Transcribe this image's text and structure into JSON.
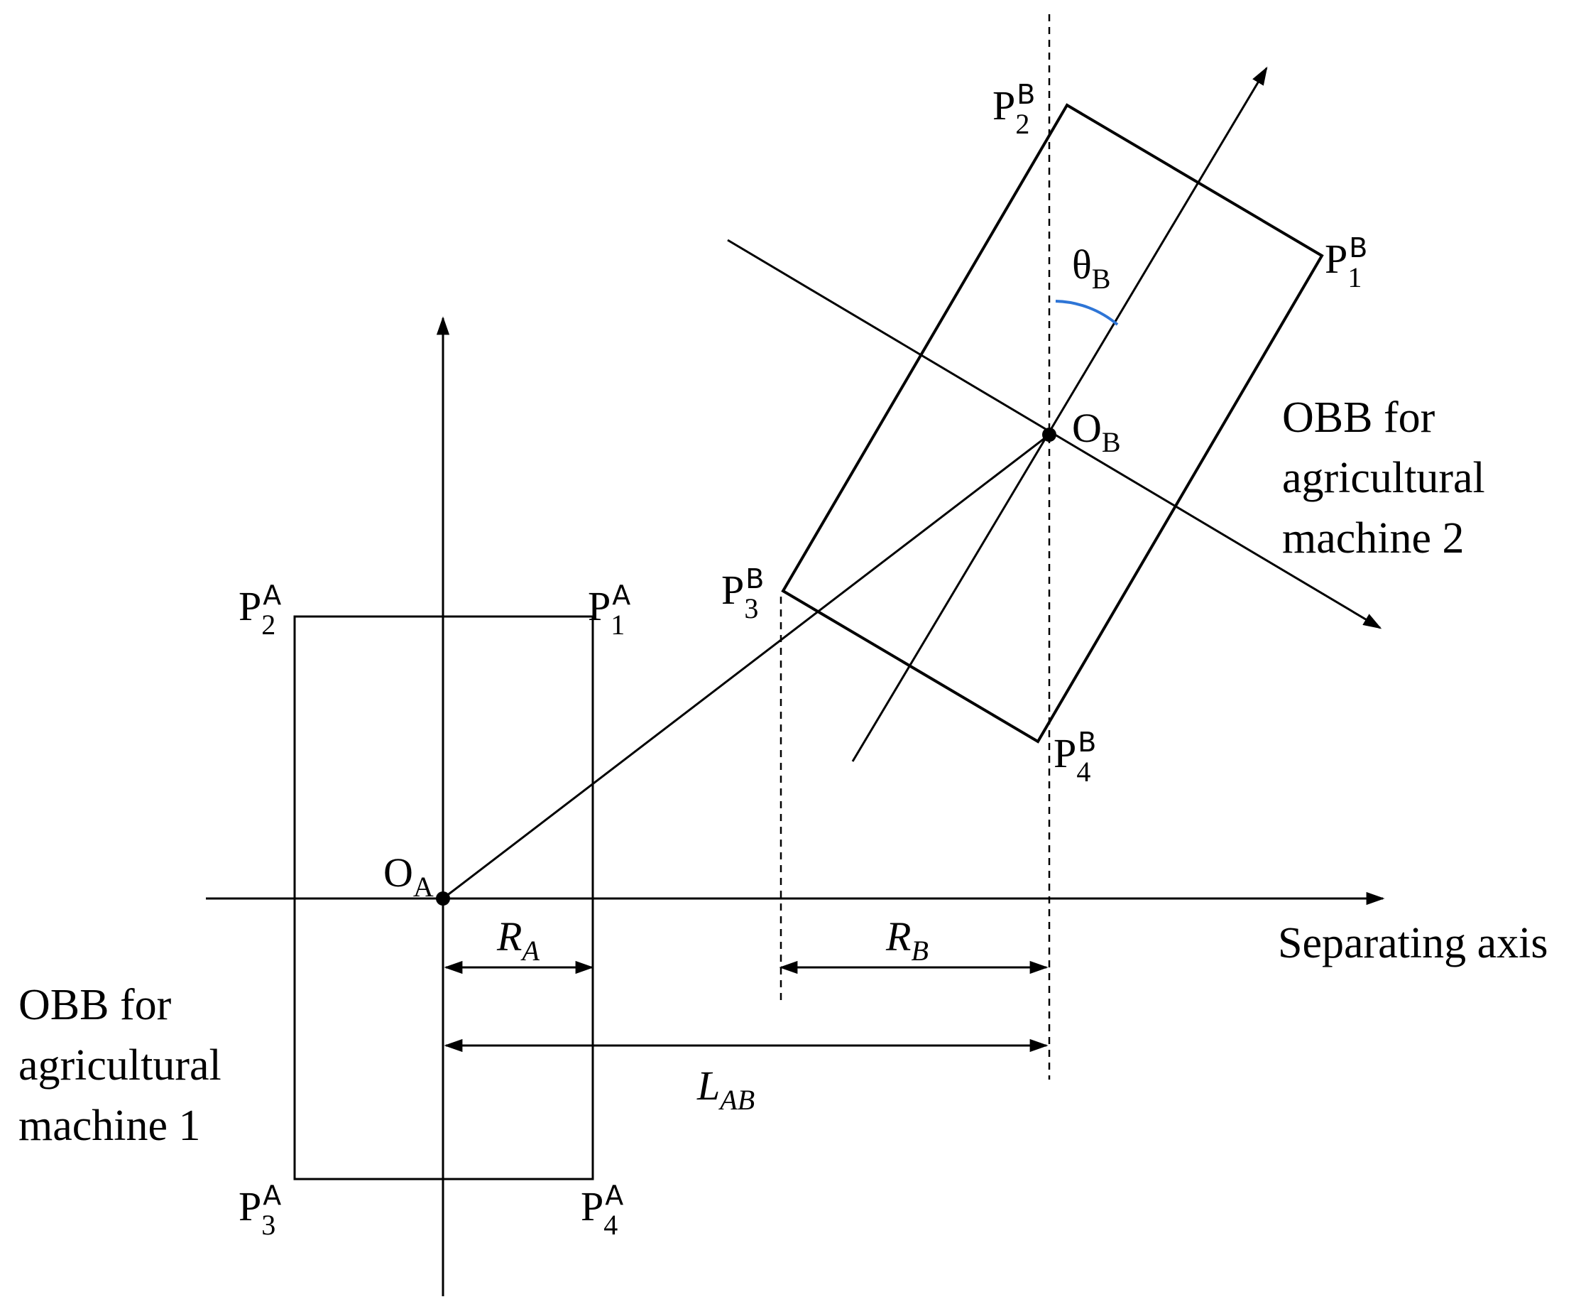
{
  "labels": {
    "pA2": {
      "main": "P",
      "sub": "2",
      "sup": "A"
    },
    "pA1": {
      "main": "P",
      "sub": "1",
      "sup": "A"
    },
    "pA3": {
      "main": "P",
      "sub": "3",
      "sup": "A"
    },
    "pA4": {
      "main": "P",
      "sub": "4",
      "sup": "A"
    },
    "pB2": {
      "main": "P",
      "sub": "2",
      "sup": "B"
    },
    "pB1": {
      "main": "P",
      "sub": "1",
      "sup": "B"
    },
    "pB3": {
      "main": "P",
      "sub": "3",
      "sup": "B"
    },
    "pB4": {
      "main": "P",
      "sub": "4",
      "sup": "B"
    },
    "oA": {
      "main": "O",
      "sub": "A"
    },
    "oB": {
      "main": "O",
      "sub": "B"
    },
    "theta": {
      "main": "θ",
      "sub": "B"
    },
    "rA": {
      "main": "R",
      "sub": "A"
    },
    "rB": {
      "main": "R",
      "sub": "B"
    },
    "lAB": {
      "main": "L",
      "sub": "AB"
    }
  },
  "captions": {
    "separating_axis": "Separating axis",
    "obb1": [
      "OBB for",
      "agricultural",
      "machine 1"
    ],
    "obb2": [
      "OBB for",
      "agricultural",
      "machine 2"
    ]
  },
  "colors": {
    "stroke": "#000000",
    "angle_arc": "#2e75d6"
  }
}
